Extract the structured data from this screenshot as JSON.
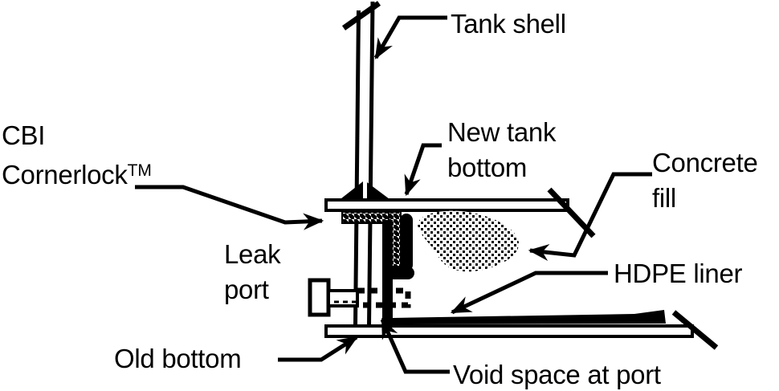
{
  "figure": {
    "description": "Cross-section diagram of a tank bottom retrofit detail",
    "ink_color": "#000000",
    "background_color": "#ffffff"
  },
  "labels": {
    "tank_shell": {
      "text": "Tank shell"
    },
    "new_tank_bottom": {
      "line1": "New tank",
      "line2": "bottom"
    },
    "concrete_fill": {
      "line1": "Concrete",
      "line2": "fill"
    },
    "cbi_cornerlock": {
      "line1": "CBI",
      "line2": "Cornerlock",
      "superscript": "TM"
    },
    "leak_port": {
      "line1": "Leak",
      "line2": "port"
    },
    "hdpe_liner": {
      "text": "HDPE liner"
    },
    "old_bottom": {
      "text": "Old bottom"
    },
    "void_space": {
      "text": "Void space at port"
    }
  }
}
